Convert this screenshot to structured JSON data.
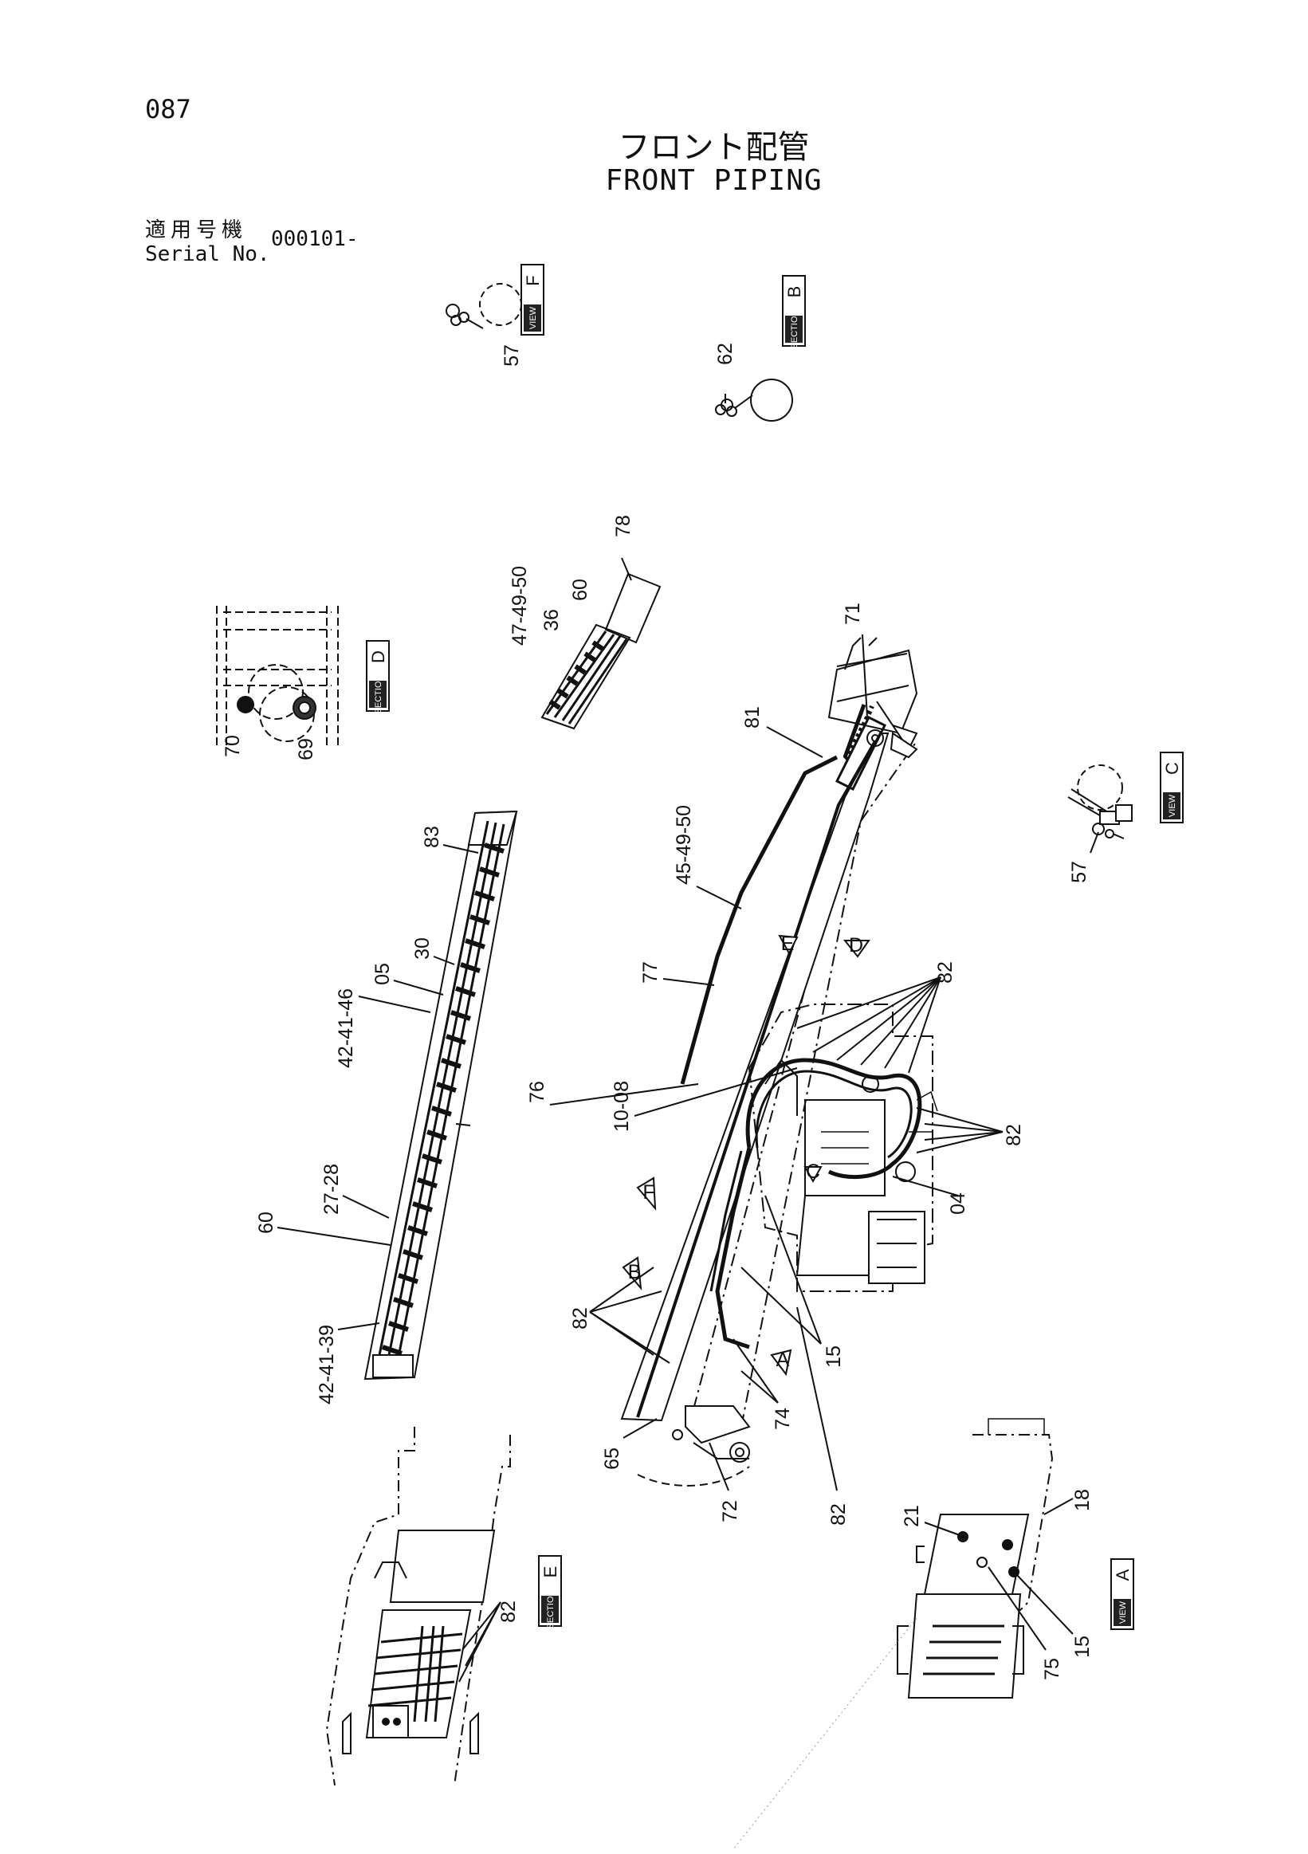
{
  "header": {
    "page_number": "087",
    "title_jp": "フロント配管",
    "title_en": "FRONT PIPING",
    "serial_label_jp": "適用号機",
    "serial_label_en": "Serial No.",
    "serial_value": "000101-"
  },
  "view_tags": [
    {
      "kind": "VIEW",
      "letter": "F"
    },
    {
      "kind": "SECTION",
      "letter": "B"
    },
    {
      "kind": "SECTION",
      "letter": "D"
    },
    {
      "kind": "VIEW",
      "letter": "C"
    },
    {
      "kind": "SECTION",
      "letter": "E"
    },
    {
      "kind": "VIEW",
      "letter": "A"
    }
  ],
  "part_labels": {
    "p57a": "57",
    "p62": "62",
    "p78": "78",
    "p60a": "60",
    "p36": "36",
    "p47_49_50": "47-49-50",
    "p70": "70",
    "p69": "69",
    "p71": "71",
    "p81": "81",
    "p83": "83",
    "p30": "30",
    "p05": "05",
    "p42_41_46": "42-41-46",
    "p45_49_50": "45-49-50",
    "p57b": "57",
    "p77": "77",
    "p82a": "82",
    "p76": "76",
    "p10_08": "10-08",
    "p82b": "82",
    "p04": "04",
    "p27_28": "27-28",
    "p60b": "60",
    "p42_41_39": "42-41-39",
    "p82c": "82",
    "p15a": "15",
    "p74": "74",
    "p65": "65",
    "p72": "72",
    "p82d": "82",
    "p21": "21",
    "p18": "18",
    "p82e": "82",
    "p15b": "15",
    "p75": "75"
  },
  "arrow_letters": {
    "e": "E",
    "d": "D",
    "f": "F",
    "b": "B",
    "a": "A",
    "c": "C"
  }
}
